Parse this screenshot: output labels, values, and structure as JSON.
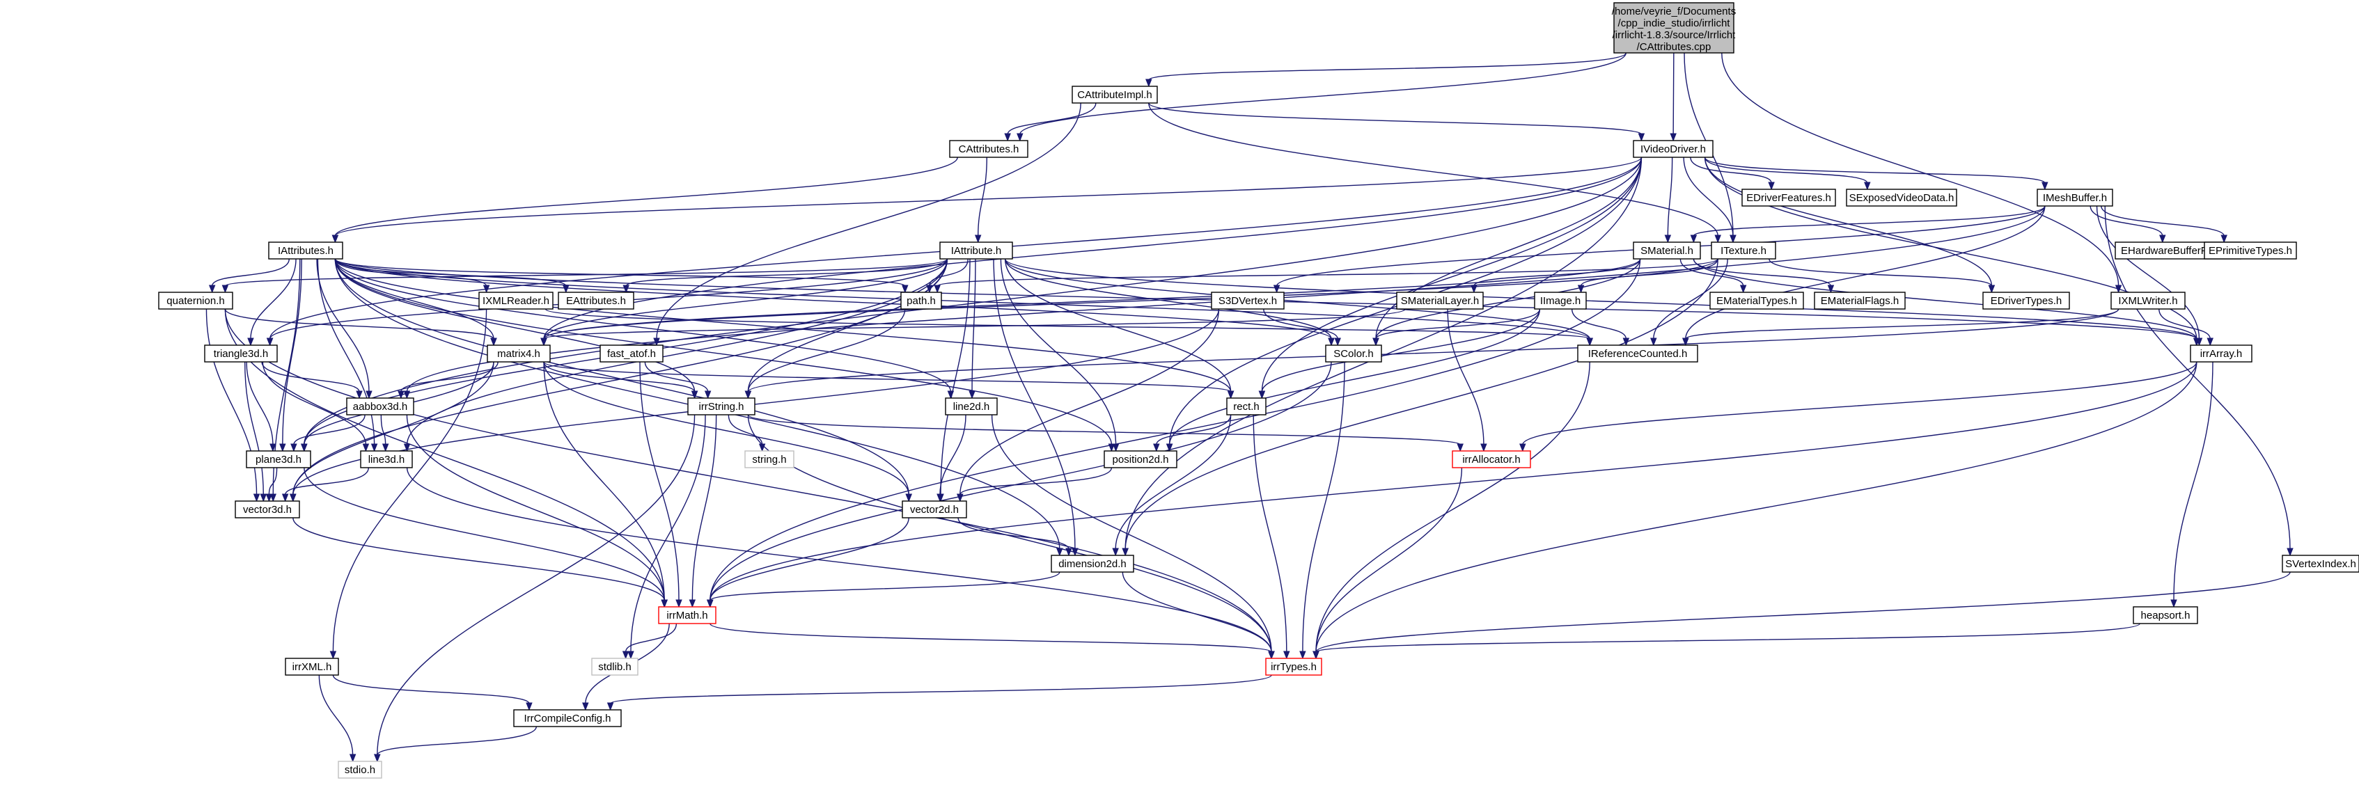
{
  "colors": {
    "edge": "#191970",
    "root_fill": "#bfbfbf",
    "node_fill": "#ffffff",
    "border": "#000000",
    "external_border": "#bfbfbf",
    "truncated_border": "#ff0000"
  },
  "graph": {
    "root": {
      "lines": [
        "/home/veyrie_f/Documents",
        "/cpp_indie_studio/irrlicht",
        "/irrlicht-1.8.3/source/Irrlicht",
        "/CAttributes.cpp"
      ]
    },
    "nodes": {
      "CAttributeImpl": "CAttributeImpl.h",
      "IVideoDriver": "IVideoDriver.h",
      "CAttributes": "CAttributes.h",
      "EDriverFeatures": "EDriverFeatures.h",
      "SExposedVideoData": "SExposedVideoData.h",
      "IMeshBuffer": "IMeshBuffer.h",
      "EHardwareBufferFlags": "EHardwareBufferFlags.h",
      "EPrimitiveTypes": "EPrimitiveTypes.h",
      "IAttributes": "IAttributes.h",
      "IAttribute": "IAttribute.h",
      "SMaterial": "SMaterial.h",
      "ITexture": "ITexture.h",
      "quaternion": "quaternion.h",
      "IXMLReader": "IXMLReader.h",
      "EAttributes": "EAttributes.h",
      "path": "path.h",
      "S3DVertex": "S3DVertex.h",
      "SMaterialLayer": "SMaterialLayer.h",
      "IImage": "IImage.h",
      "EMaterialTypes": "EMaterialTypes.h",
      "EMaterialFlags": "EMaterialFlags.h",
      "EDriverTypes": "EDriverTypes.h",
      "IXMLWriter": "IXMLWriter.h",
      "triangle3d": "triangle3d.h",
      "matrix4": "matrix4.h",
      "fast_atof": "fast_atof.h",
      "SColor": "SColor.h",
      "IReferenceCounted": "IReferenceCounted.h",
      "irrArray": "irrArray.h",
      "aabbox3d": "aabbox3d.h",
      "irrString": "irrString.h",
      "line2d": "line2d.h",
      "rect": "rect.h",
      "plane3d": "plane3d.h",
      "line3d": "line3d.h",
      "string": "string.h",
      "position2d": "position2d.h",
      "irrAllocator": "irrAllocator.h",
      "vector3d": "vector3d.h",
      "vector2d": "vector2d.h",
      "dimension2d": "dimension2d.h",
      "SVertexIndex": "SVertexIndex.h",
      "irrMath": "irrMath.h",
      "heapsort": "heapsort.h",
      "irrXML": "irrXML.h",
      "stdlib": "stdlib.h",
      "irrTypes": "irrTypes.h",
      "IrrCompileConfig": "IrrCompileConfig.h",
      "stdio": "stdio.h"
    }
  }
}
